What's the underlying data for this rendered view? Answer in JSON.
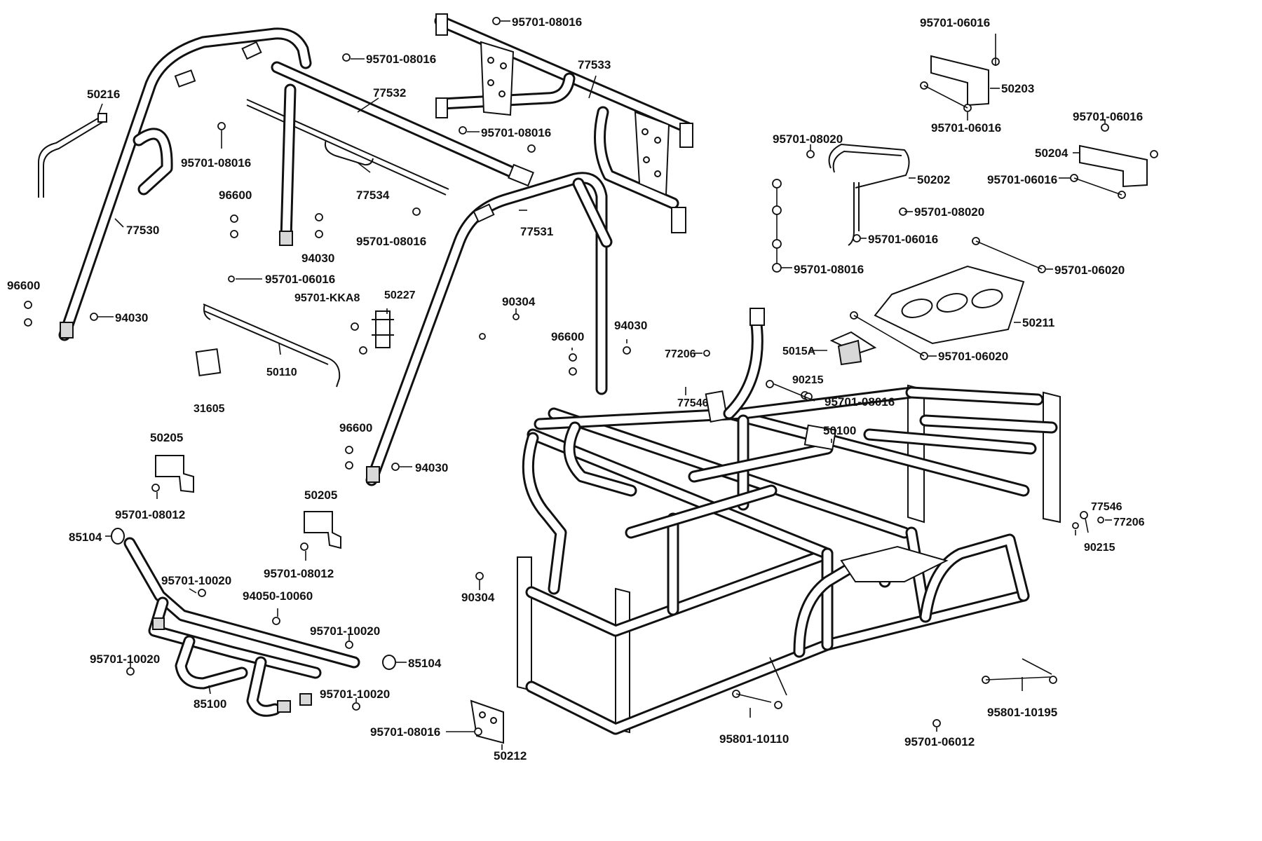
{
  "diagram": {
    "labels": [
      {
        "id": "l1",
        "text": "95701-08016"
      },
      {
        "id": "l2",
        "text": "77533"
      },
      {
        "id": "l3",
        "text": "95701-08016"
      },
      {
        "id": "l4",
        "text": "77532"
      },
      {
        "id": "l5",
        "text": "50216"
      },
      {
        "id": "l6",
        "text": "95701-08016"
      },
      {
        "id": "l7",
        "text": "77534"
      },
      {
        "id": "l8",
        "text": "95701-08016"
      },
      {
        "id": "l9",
        "text": "96600"
      },
      {
        "id": "l10",
        "text": "77530"
      },
      {
        "id": "l11",
        "text": "94030"
      },
      {
        "id": "l12",
        "text": "95701-08016"
      },
      {
        "id": "l13",
        "text": "77531"
      },
      {
        "id": "l14",
        "text": "96600"
      },
      {
        "id": "l15",
        "text": "94030"
      },
      {
        "id": "l16",
        "text": "95701-06016"
      },
      {
        "id": "l17",
        "text": "95701-KKA8"
      },
      {
        "id": "l18",
        "text": "50227"
      },
      {
        "id": "l19",
        "text": "90304"
      },
      {
        "id": "l20",
        "text": "50110"
      },
      {
        "id": "l21",
        "text": "31605"
      },
      {
        "id": "l22",
        "text": "96600"
      },
      {
        "id": "l23",
        "text": "94030"
      },
      {
        "id": "l24",
        "text": "96600"
      },
      {
        "id": "l25",
        "text": "94030"
      },
      {
        "id": "l26",
        "text": "50205"
      },
      {
        "id": "l27",
        "text": "95701-08012"
      },
      {
        "id": "l28",
        "text": "50205"
      },
      {
        "id": "l29",
        "text": "95701-08012"
      },
      {
        "id": "l30",
        "text": "85104"
      },
      {
        "id": "l31",
        "text": "95701-10020"
      },
      {
        "id": "l32",
        "text": "94050-10060"
      },
      {
        "id": "l33",
        "text": "95701-10020"
      },
      {
        "id": "l34",
        "text": "95701-10020"
      },
      {
        "id": "l35",
        "text": "85104"
      },
      {
        "id": "l36",
        "text": "85100"
      },
      {
        "id": "l37",
        "text": "95701-10020"
      },
      {
        "id": "l38",
        "text": "90304"
      },
      {
        "id": "l39",
        "text": "95701-08016"
      },
      {
        "id": "l40",
        "text": "50212"
      },
      {
        "id": "l41",
        "text": "77206"
      },
      {
        "id": "l42",
        "text": "77546"
      },
      {
        "id": "l43",
        "text": "90215"
      },
      {
        "id": "l44",
        "text": "95701-08016"
      },
      {
        "id": "l45",
        "text": "50100"
      },
      {
        "id": "l46",
        "text": "95801-10110"
      },
      {
        "id": "l47",
        "text": "95701-06012"
      },
      {
        "id": "l48",
        "text": "95801-10195"
      },
      {
        "id": "l49",
        "text": "77546"
      },
      {
        "id": "l50",
        "text": "77206"
      },
      {
        "id": "l51",
        "text": "90215"
      },
      {
        "id": "l52",
        "text": "95701-06016"
      },
      {
        "id": "l53",
        "text": "50203"
      },
      {
        "id": "l54",
        "text": "95701-06016"
      },
      {
        "id": "l55",
        "text": "95701-06016"
      },
      {
        "id": "l56",
        "text": "50204"
      },
      {
        "id": "l57",
        "text": "95701-06016"
      },
      {
        "id": "l58",
        "text": "95701-08020"
      },
      {
        "id": "l59",
        "text": "50202"
      },
      {
        "id": "l60",
        "text": "95701-08020"
      },
      {
        "id": "l61",
        "text": "95701-06016"
      },
      {
        "id": "l62",
        "text": "95701-08016"
      },
      {
        "id": "l63",
        "text": "95701-06020"
      },
      {
        "id": "l64",
        "text": "50211"
      },
      {
        "id": "l65",
        "text": "5015A"
      },
      {
        "id": "l66",
        "text": "95701-06020"
      }
    ]
  }
}
